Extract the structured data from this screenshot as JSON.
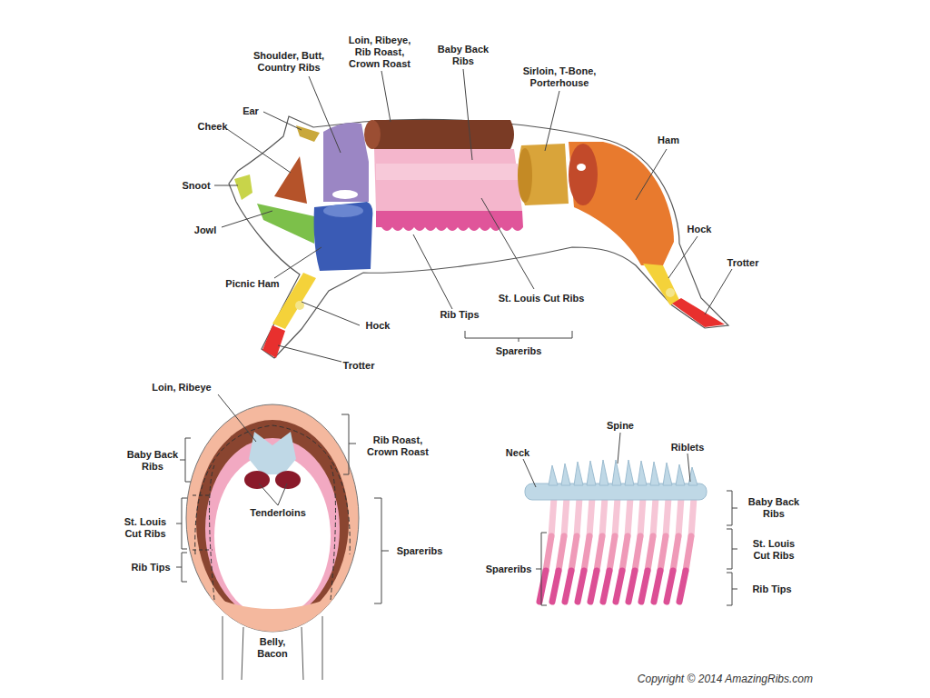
{
  "diagram": {
    "caption": "Copyright © 2014 AmazingRibs.com",
    "labels": [
      "Shoulder, Butt, Country Ribs",
      "Loin, Ribeye, Rib Roast, Crown Roast",
      "Baby Back Ribs",
      "Sirloin, T-Bone, Porterhouse",
      "Ear",
      "Cheek",
      "Ham",
      "Snoot",
      "Jowl",
      "Hock",
      "Trotter",
      "Picnic Ham",
      "Hock",
      "Rib Tips",
      "St. Louis Cut Ribs",
      "Spareribs",
      "Trotter",
      "Loin, Ribeye",
      "Rib Roast, Crown Roast",
      "Baby Back Ribs",
      "St. Louis Cut Ribs",
      "Tenderloins",
      "Spareribs",
      "Rib Tips",
      "Belly, Bacon",
      "Spine",
      "Neck",
      "Riblets",
      "Baby Back Ribs",
      "St. Louis Cut Ribs",
      "Spareribs",
      "Rib Tips"
    ]
  }
}
